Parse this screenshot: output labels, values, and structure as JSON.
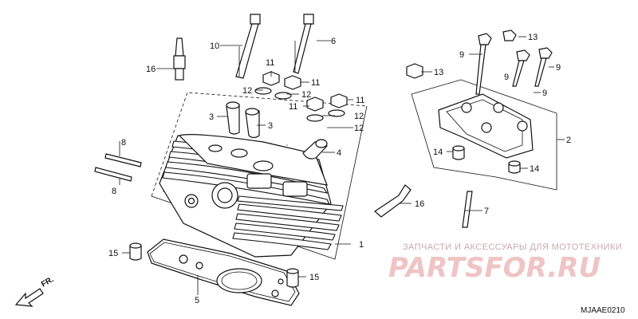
{
  "diagram": {
    "callouts": [
      {
        "id": "c1",
        "text": "1"
      },
      {
        "id": "c2",
        "text": "2"
      },
      {
        "id": "c3a",
        "text": "3"
      },
      {
        "id": "c3b",
        "text": "3"
      },
      {
        "id": "c4",
        "text": "4"
      },
      {
        "id": "c5",
        "text": "5"
      },
      {
        "id": "c6",
        "text": "6"
      },
      {
        "id": "c7",
        "text": "7"
      },
      {
        "id": "c8a",
        "text": "8"
      },
      {
        "id": "c8b",
        "text": "8"
      },
      {
        "id": "c9a",
        "text": "9"
      },
      {
        "id": "c9b",
        "text": "9"
      },
      {
        "id": "c9c",
        "text": "9"
      },
      {
        "id": "c9d",
        "text": "9"
      },
      {
        "id": "c10",
        "text": "10"
      },
      {
        "id": "c11a",
        "text": "11"
      },
      {
        "id": "c11b",
        "text": "11"
      },
      {
        "id": "c11c",
        "text": "11"
      },
      {
        "id": "c11d",
        "text": "11"
      },
      {
        "id": "c12a",
        "text": "12"
      },
      {
        "id": "c12b",
        "text": "12"
      },
      {
        "id": "c12c",
        "text": "12"
      },
      {
        "id": "c12d",
        "text": "12"
      },
      {
        "id": "c13a",
        "text": "13"
      },
      {
        "id": "c13b",
        "text": "13"
      },
      {
        "id": "c14a",
        "text": "14"
      },
      {
        "id": "c14b",
        "text": "14"
      },
      {
        "id": "c15a",
        "text": "15"
      },
      {
        "id": "c15b",
        "text": "15"
      },
      {
        "id": "c16a",
        "text": "16"
      },
      {
        "id": "c16b",
        "text": "16"
      }
    ],
    "front_arrow_label": "FR.",
    "diagram_code": "MJAAE0210"
  },
  "watermark": {
    "caption": "ЗАПЧАСТИ И АКСЕССУАРЫ ДЛЯ МОТОТЕХНИКИ",
    "brand": "PARTSFOR.RU",
    "color": "#eec4c4"
  }
}
